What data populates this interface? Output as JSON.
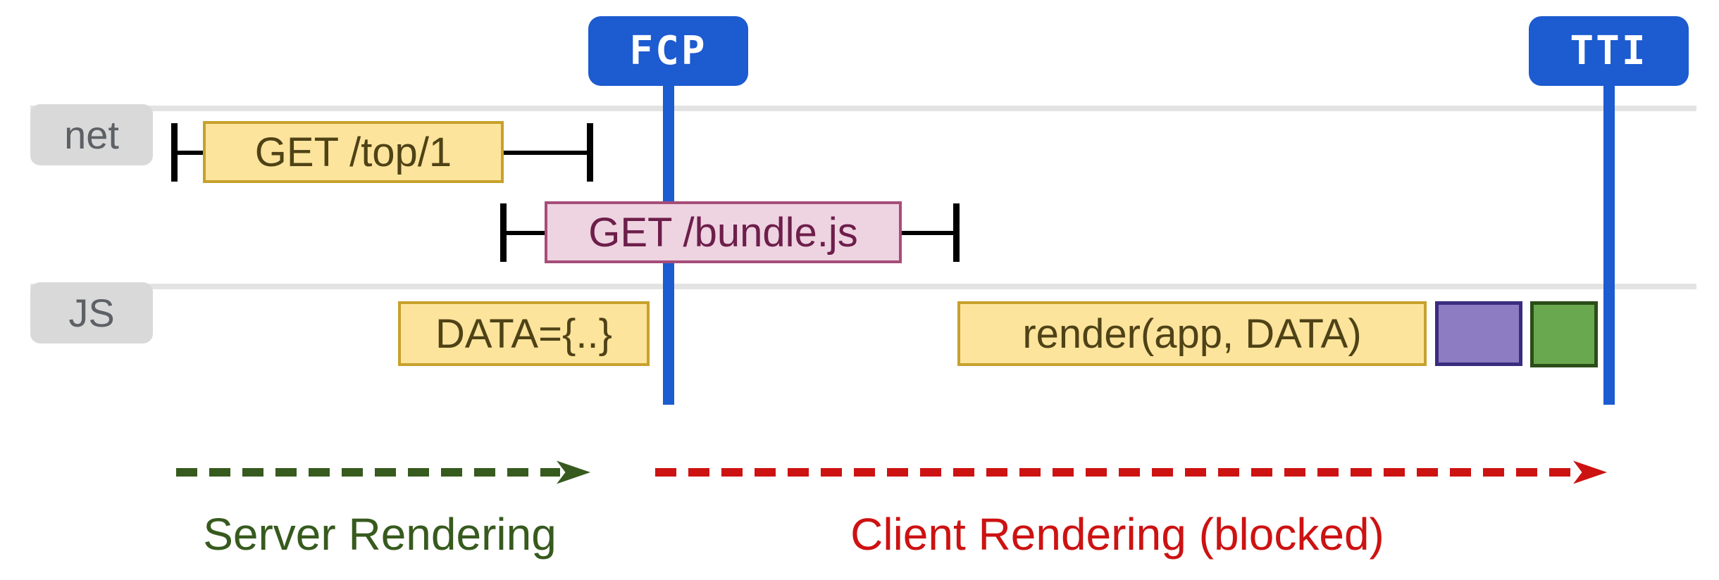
{
  "markers": {
    "fcp": {
      "label": "FCP"
    },
    "tti": {
      "label": "TTI"
    }
  },
  "lanes": {
    "net": {
      "label": "net"
    },
    "js": {
      "label": "JS"
    }
  },
  "network_requests": [
    {
      "id": "top",
      "label": "GET /top/1"
    },
    {
      "id": "bundle",
      "label": "GET /bundle.js"
    }
  ],
  "js_tasks": [
    {
      "id": "data",
      "label": "DATA={..}"
    },
    {
      "id": "render",
      "label": "render(app, DATA)"
    },
    {
      "id": "purple-task",
      "label": ""
    },
    {
      "id": "green-task",
      "label": ""
    }
  ],
  "phases": [
    {
      "id": "server",
      "label": "Server Rendering"
    },
    {
      "id": "client",
      "label": "Client Rendering (blocked)"
    }
  ],
  "colors": {
    "marker_blue": "#1c5bd0",
    "lane_line_gray": "#e3e3e3",
    "lane_label_bg": "#d9d9d9",
    "lane_label_text": "#5d6065",
    "task_yellow_bg": "#fde49c",
    "task_yellow_border": "#c7a12c",
    "task_yellow_text": "#4e4216",
    "request_pink_bg": "#eed3e1",
    "request_pink_border": "#a64d79",
    "request_pink_text": "#6d1e4a",
    "purple_bg": "#8e7cc3",
    "purple_border": "#3a2c7e",
    "green_bg": "#6aa84f",
    "green_border": "#2b4d18",
    "server_green": "#375a1e",
    "client_red": "#cd1212",
    "tick_black": "#000000"
  }
}
